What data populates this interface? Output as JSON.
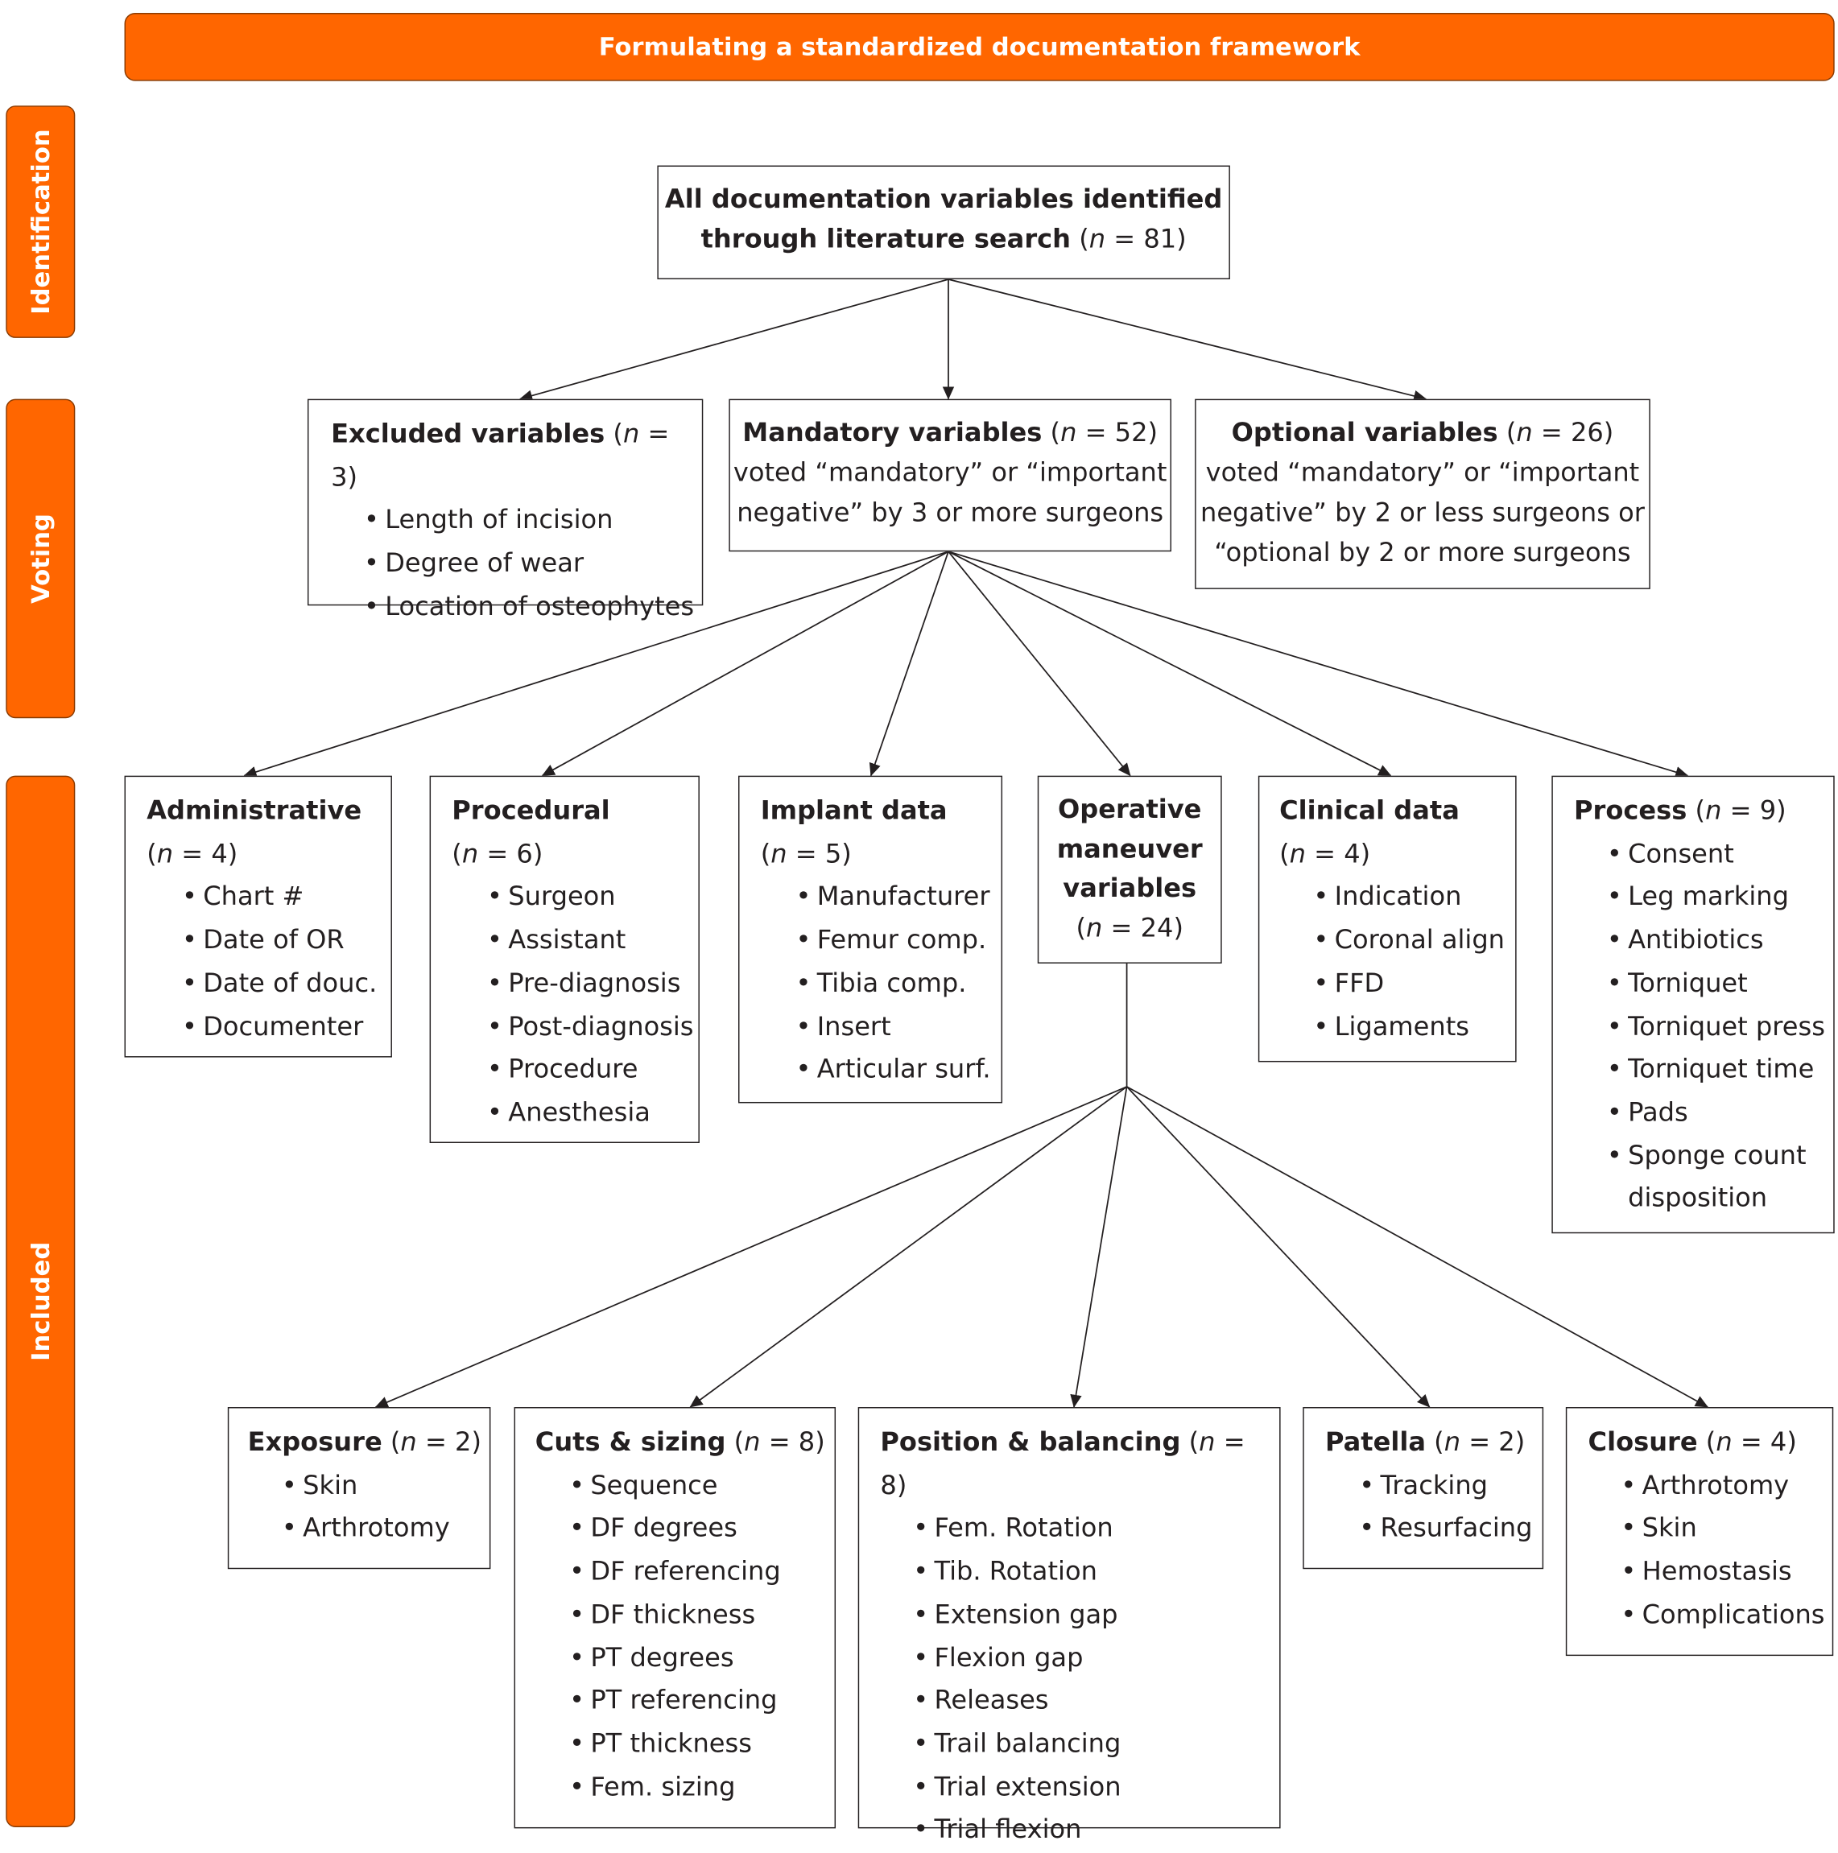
{
  "banner": "Formulating a standardized documentation framework",
  "phases": {
    "identification": "Identification",
    "voting": "Voting",
    "included": "Included"
  },
  "n_label": "n",
  "colors": {
    "accent": "#ff6600",
    "line": "#231f20"
  },
  "top": {
    "line1": "All documentation variables identified",
    "line2_bold": "through literature search",
    "count": "81"
  },
  "excluded": {
    "title": "Excluded variables",
    "count": "3",
    "items": [
      "Length of incision",
      "Degree of wear",
      "Location of osteophytes"
    ]
  },
  "mandatory": {
    "title": "Mandatory variables",
    "count": "52",
    "desc": [
      "voted “mandatory” or “important",
      "negative” by 3 or more surgeons"
    ]
  },
  "optional": {
    "title": "Optional variables",
    "count": "26",
    "desc": [
      "voted “mandatory” or “important",
      "negative” by 2 or less surgeons or",
      "“optional by 2 or more surgeons"
    ]
  },
  "administrative": {
    "title": "Administrative",
    "count": "4",
    "items": [
      "Chart #",
      "Date of OR",
      "Date of douc.",
      "Documenter"
    ]
  },
  "procedural": {
    "title": "Procedural",
    "count": "6",
    "items": [
      "Surgeon",
      "Assistant",
      "Pre-diagnosis",
      "Post-diagnosis",
      "Procedure",
      "Anesthesia"
    ]
  },
  "implant": {
    "title": "Implant data",
    "count": "5",
    "items": [
      "Manufacturer",
      "Femur comp.",
      "Tibia comp.",
      "Insert",
      "Articular surf."
    ]
  },
  "operative": {
    "title_lines": [
      "Operative",
      "maneuver",
      "variables"
    ],
    "count": "24"
  },
  "clinical": {
    "title": "Clinical data",
    "count": "4",
    "items": [
      "Indication",
      "Coronal align",
      "FFD",
      "Ligaments"
    ]
  },
  "process": {
    "title": "Process",
    "count": "9",
    "items": [
      "Consent",
      "Leg marking",
      "Antibiotics",
      "Torniquet",
      "Torniquet press",
      "Torniquet time",
      "Pads",
      "Sponge count"
    ],
    "item_continuation": "disposition"
  },
  "exposure": {
    "title": "Exposure",
    "count": "2",
    "items": [
      "Skin",
      "Arthrotomy"
    ]
  },
  "cuts": {
    "title": "Cuts & sizing",
    "count": "8",
    "items": [
      "Sequence",
      "DF degrees",
      "DF referencing",
      "DF thickness",
      "PT degrees",
      "PT referencing",
      "PT thickness",
      "Fem. sizing"
    ]
  },
  "position": {
    "title": "Position & balancing",
    "count": "8",
    "items": [
      "Fem. Rotation",
      "Tib. Rotation",
      "Extension gap",
      "Flexion gap",
      "Releases",
      "Trail balancing",
      "Trial extension",
      "Trial flexion"
    ]
  },
  "patella": {
    "title": "Patella",
    "count": "2",
    "items": [
      "Tracking",
      "Resurfacing"
    ]
  },
  "closure": {
    "title": "Closure",
    "count": "4",
    "items": [
      "Arthrotomy",
      "Skin",
      "Hemostasis",
      "Complications"
    ]
  }
}
